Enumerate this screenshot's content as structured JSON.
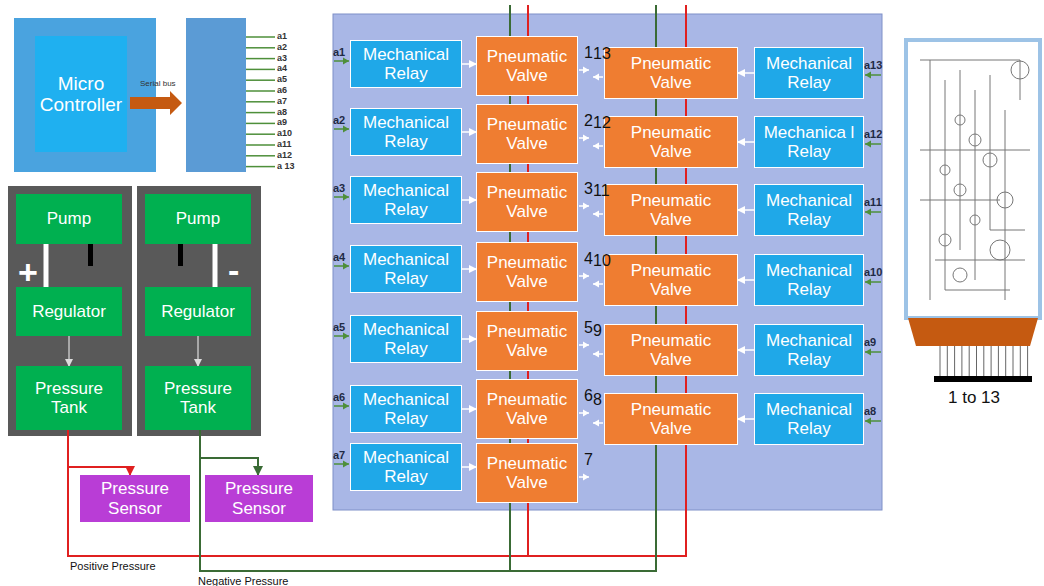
{
  "diagram": {
    "nodes": [
      {
        "text": [
          "Micro Controller"
        ]
      },
      {
        "text": [
          "Pump"
        ]
      },
      {
        "text": [
          "Regulator"
        ]
      },
      {
        "text": [
          "Pressure Tank"
        ]
      },
      {
        "text": [
          "Pump"
        ]
      },
      {
        "text": [
          "Regulator"
        ]
      },
      {
        "text": [
          "Pressure Tank"
        ]
      },
      {
        "text": [
          "Pressure Sensor"
        ]
      },
      {
        "text": [
          "Pressure Sensor"
        ]
      },
      {
        "text": [
          "Mechanical Relay"
        ]
      },
      {
        "text": [
          "Pneumatic Valve"
        ]
      },
      {
        "text": [
          "Pneumatic Valve"
        ]
      },
      {
        "text": [
          "Mechanical Relay"
        ]
      },
      {
        "text": [
          "Mechanical Relay"
        ]
      },
      {
        "text": [
          "Pneumatic Valve"
        ]
      },
      {
        "text": [
          "Pneumatic Valve"
        ]
      },
      {
        "text": [
          "Mechanica l Relay"
        ]
      },
      {
        "text": [
          "Mechanical Relay"
        ]
      },
      {
        "text": [
          "Pneumatic Valve"
        ]
      },
      {
        "text": [
          "Pneumatic Valve"
        ]
      },
      {
        "text": [
          "Mechanical Relay"
        ]
      },
      {
        "text": [
          "Mechanical Relay"
        ]
      },
      {
        "text": [
          "Pneumatic Valve"
        ]
      },
      {
        "text": [
          "Pneumatic Valve"
        ]
      },
      {
        "text": [
          "Mechanical Relay"
        ]
      },
      {
        "text": [
          "Mechanical Relay"
        ]
      },
      {
        "text": [
          "Pneumatic Valve"
        ]
      },
      {
        "text": [
          "Pneumatic Valve"
        ]
      },
      {
        "text": [
          "Mechanical Relay"
        ]
      },
      {
        "text": [
          "Mechanical Relay"
        ]
      },
      {
        "text": [
          "Pneumatic Valve"
        ]
      },
      {
        "text": [
          "Pneumatic Valve"
        ]
      },
      {
        "text": [
          "Mechanical Relay"
        ]
      },
      {
        "text": [
          "Mechanical Relay"
        ]
      },
      {
        "text": [
          "Pneumatic Valve"
        ]
      }
    ],
    "edges": [
      {
        "from": 1,
        "to": 2,
        "arrow": "none"
      },
      {
        "from": 2,
        "to": 3,
        "arrow": "to"
      },
      {
        "from": 4,
        "to": 5,
        "arrow": "none"
      },
      {
        "from": 5,
        "to": 6,
        "arrow": "to"
      },
      {
        "from": 3,
        "to": 7,
        "arrow": "to"
      },
      {
        "from": 6,
        "to": 8,
        "arrow": "to"
      },
      {
        "from": 9,
        "to": 10,
        "arrow": "to"
      },
      {
        "from": 12,
        "to": 11,
        "arrow": "to"
      },
      {
        "from": 13,
        "to": 14,
        "arrow": "to"
      },
      {
        "from": 16,
        "to": 15,
        "arrow": "to"
      },
      {
        "from": 17,
        "to": 18,
        "arrow": "to"
      },
      {
        "from": 20,
        "to": 19,
        "arrow": "to"
      },
      {
        "from": 21,
        "to": 22,
        "arrow": "to"
      },
      {
        "from": 24,
        "to": 23,
        "arrow": "to"
      },
      {
        "from": 25,
        "to": 26,
        "arrow": "to"
      },
      {
        "from": 28,
        "to": 27,
        "arrow": "to"
      },
      {
        "from": 29,
        "to": 30,
        "arrow": "to"
      },
      {
        "from": 32,
        "to": 31,
        "arrow": "to"
      },
      {
        "from": 33,
        "to": 34,
        "arrow": "to"
      }
    ],
    "labels": [
      "Serial bus",
      "a1",
      "a2",
      "a3",
      "a4",
      "a5",
      "a6",
      "a7",
      "a8",
      "a9",
      "a10",
      "a11",
      "a12",
      "a 13",
      "+",
      "-",
      "a1",
      "a13",
      "a2",
      "a12",
      "a3",
      "a11",
      "a4",
      "a10",
      "a5",
      "a9",
      "a6",
      "a8",
      "a7",
      "1",
      "13",
      "2",
      "12",
      "3",
      "11",
      "4",
      "10",
      "5",
      "9",
      "6",
      "8",
      "7",
      "1 to 13",
      "Positive Pressure",
      "Negative Pressure"
    ]
  }
}
